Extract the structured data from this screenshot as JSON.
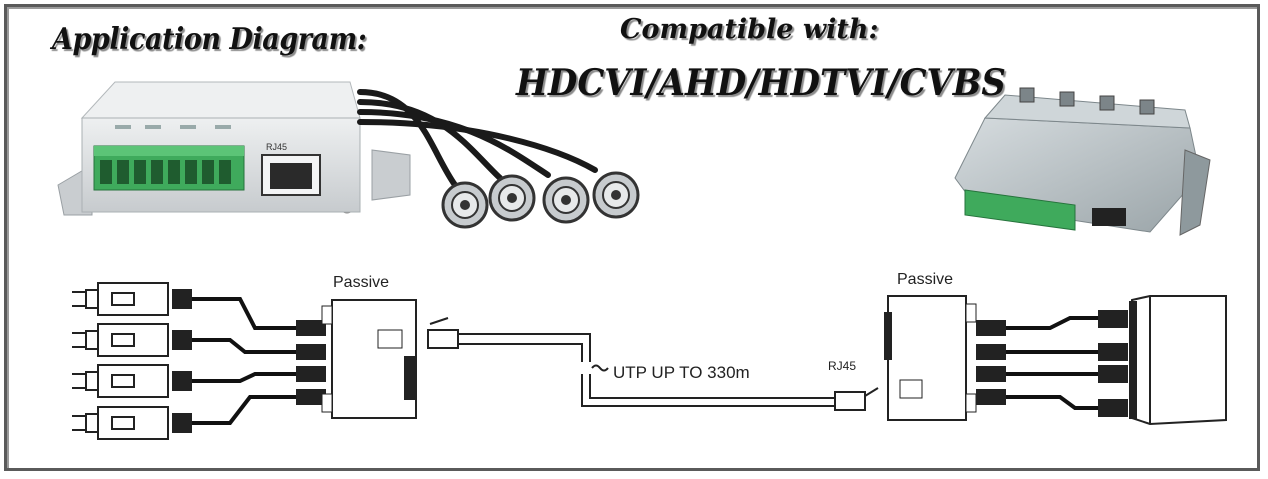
{
  "header": {
    "title": "Application Diagram:",
    "compatible_label": "Compatible with:",
    "formats": "HDCVI/AHD/HDTVI/CVBS"
  },
  "device_photo": {
    "port_label": "RJ45"
  },
  "wiring": {
    "left_label": "Passive",
    "right_label": "Passive",
    "cable_label": "UTP UP TO 330m",
    "connector_label": "RJ45"
  },
  "colors": {
    "frame": "#5a5a5a",
    "device_body": "#d9dcde",
    "terminal_green": "#3faa5c",
    "cable": "#1a1a1a"
  }
}
